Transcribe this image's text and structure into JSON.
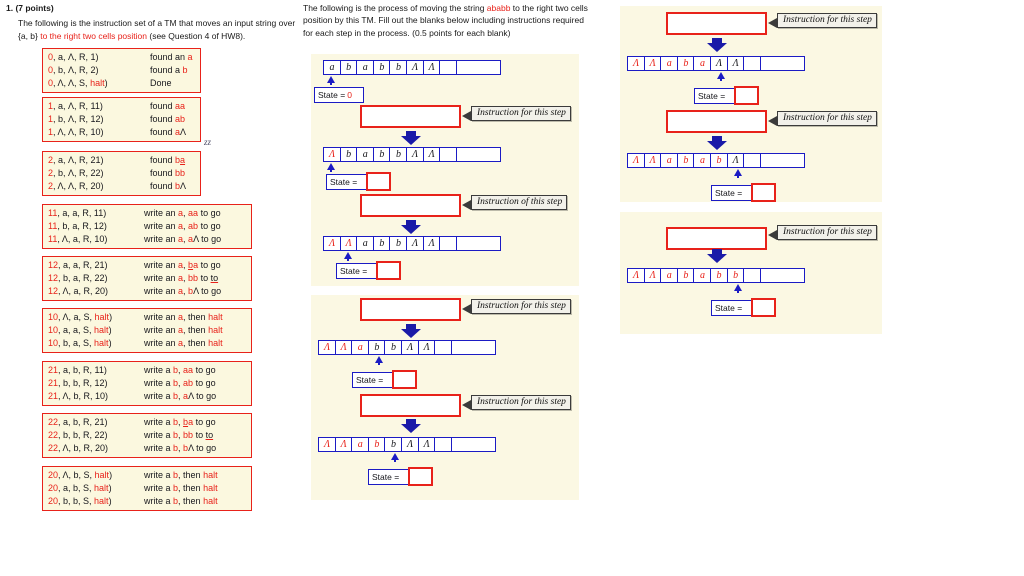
{
  "question": {
    "number": "1. (7 points)",
    "line1_a": "The following is the instruction set of a TM that moves an input string over",
    "line2_a": "{a, b} ",
    "line2_b": "to the right two cells position",
    "line2_c": " (see Question 4 of HW8)."
  },
  "process_head": {
    "line1_a": "The following is the process of moving the string ",
    "line1_b": "ababb",
    "line1_c": " to the right two cells",
    "line2": "position by this TM. Fill out the blanks below including instructions required",
    "line3": "for each step in the process. (0.5 points for each blank)"
  },
  "instruction_groups": [
    {
      "rows": [
        {
          "lhs": "(0, a, Λ, R, 1)",
          "rhs": "found an a"
        },
        {
          "lhs": "(0, b, Λ, R, 2)",
          "rhs": "found a b"
        },
        {
          "lhs": "(0, Λ, Λ, S, halt)",
          "rhs": "Done"
        }
      ]
    },
    {
      "rows": [
        {
          "lhs": "(1, a, Λ, R, 11)",
          "rhs": "found aa"
        },
        {
          "lhs": "(1, b, Λ, R, 12)",
          "rhs": "found ab"
        },
        {
          "lhs": "(1, Λ, Λ, R, 10)",
          "rhs": "found aΛ"
        }
      ]
    },
    {
      "rows": [
        {
          "lhs": "(2, a, Λ, R, 21)",
          "rhs": "found ba"
        },
        {
          "lhs": "(2, b, Λ, R, 22)",
          "rhs": "found bb"
        },
        {
          "lhs": "(2, Λ, Λ, R, 20)",
          "rhs": "found bΛ"
        }
      ]
    },
    {
      "rows": [
        {
          "lhs": "(11, a, a, R, 11)",
          "rhs": "write an a, aa to go"
        },
        {
          "lhs": "(11, b, a, R, 12)",
          "rhs": "write an a, ab to go"
        },
        {
          "lhs": "(11, Λ, a, R, 10)",
          "rhs": "write an a, aΛ to go"
        }
      ]
    },
    {
      "rows": [
        {
          "lhs": "(12, a, a, R, 21)",
          "rhs": "write an a, ba to go"
        },
        {
          "lhs": "(12, b, a, R, 22)",
          "rhs": "write an a, bb to to"
        },
        {
          "lhs": "(12, Λ, a, R, 20)",
          "rhs": "write an a, bΛ to go"
        }
      ]
    },
    {
      "rows": [
        {
          "lhs": "(10, Λ, a, S, halt)",
          "rhs": "write an a, then halt"
        },
        {
          "lhs": "(10, a, a, S, halt)",
          "rhs": "write an a, then halt"
        },
        {
          "lhs": "(10, b, a, S, halt)",
          "rhs": "write an a, then halt"
        }
      ]
    },
    {
      "rows": [
        {
          "lhs": "(21, a, b, R, 11)",
          "rhs": "write a b, aa to go"
        },
        {
          "lhs": "(21, b, b, R, 12)",
          "rhs": "write a b, ab to go"
        },
        {
          "lhs": "(21, Λ, b, R, 10)",
          "rhs": "write a b, aΛ to go"
        }
      ]
    },
    {
      "rows": [
        {
          "lhs": "(22, a, b, R, 21)",
          "rhs": "write a b, ba to go"
        },
        {
          "lhs": "(22, b, b, R, 22)",
          "rhs": "write a b, bb to to"
        },
        {
          "lhs": "(22, Λ, b, R, 20)",
          "rhs": "write a b, bΛ to go"
        }
      ]
    },
    {
      "rows": [
        {
          "lhs": "(20, Λ, b, S, halt)",
          "rhs": "write a b, then halt"
        },
        {
          "lhs": "(20, a, b, S, halt)",
          "rhs": "write a b, then halt"
        },
        {
          "lhs": "(20, b, b, S, halt)",
          "rhs": "write a b, then halt"
        }
      ]
    }
  ],
  "stray_text": "zz",
  "state_label": "State =",
  "callouts": {
    "for_this_step": "Instruction for this step",
    "of_this_step": "Instruction of this step"
  },
  "tapes": [
    {
      "id": "tape-1",
      "cells": [
        "a",
        "b",
        "a",
        "b",
        "b",
        "Λ",
        "Λ",
        ""
      ],
      "red": [],
      "head_index": 0
    },
    {
      "id": "tape-2",
      "cells": [
        "Λ",
        "b",
        "a",
        "b",
        "b",
        "Λ",
        "Λ",
        ""
      ],
      "red": [
        0
      ],
      "head_index": 0
    },
    {
      "id": "tape-3",
      "cells": [
        "Λ",
        "Λ",
        "a",
        "b",
        "b",
        "Λ",
        "Λ",
        ""
      ],
      "red": [
        0,
        1
      ],
      "head_index": 1
    },
    {
      "id": "tape-4",
      "cells": [
        "Λ",
        "Λ",
        "a",
        "b",
        "b",
        "Λ",
        "Λ",
        ""
      ],
      "red": [
        0,
        1,
        2
      ],
      "head_index": 2
    },
    {
      "id": "tape-5",
      "cells": [
        "Λ",
        "Λ",
        "a",
        "b",
        "b",
        "Λ",
        "Λ",
        ""
      ],
      "red": [
        0,
        1,
        2,
        3
      ],
      "head_index": 3
    },
    {
      "id": "tape-6",
      "cells": [
        "Λ",
        "Λ",
        "a",
        "b",
        "a",
        "Λ",
        "Λ",
        ""
      ],
      "red": [
        0,
        1,
        2,
        3,
        4
      ],
      "head_index": 4
    },
    {
      "id": "tape-7",
      "cells": [
        "Λ",
        "Λ",
        "a",
        "b",
        "a",
        "b",
        "Λ",
        ""
      ],
      "red": [
        0,
        1,
        2,
        3,
        4,
        5
      ],
      "head_index": 5
    },
    {
      "id": "tape-8",
      "cells": [
        "Λ",
        "Λ",
        "a",
        "b",
        "a",
        "b",
        "b",
        ""
      ],
      "red": [
        0,
        1,
        2,
        3,
        4,
        5,
        6
      ],
      "head_index": 6
    }
  ],
  "states": {
    "initial_value": "0"
  }
}
